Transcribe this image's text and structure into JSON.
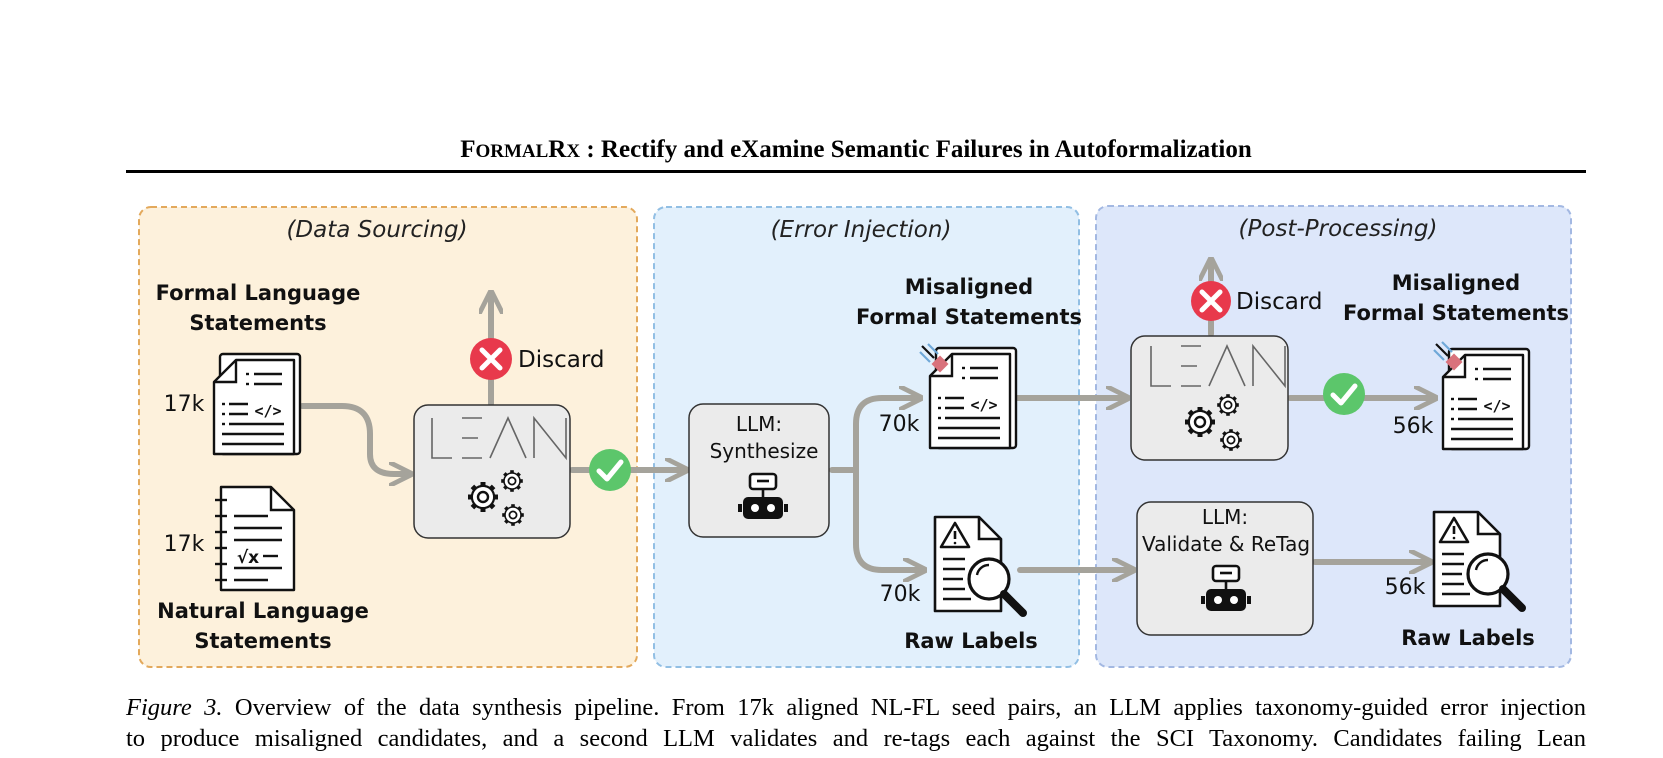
{
  "title": {
    "small_caps_first": "F",
    "small_caps_rest": "ORMAL",
    "small_caps_first2": "R",
    "small_caps_rest2": "X",
    "rest": " : Rectify and eXamine Semantic Failures in Autoformalization"
  },
  "panels": {
    "sourcing": {
      "label": "(Data Sourcing)",
      "fill": "#fdf1dc",
      "stroke": "#e3a95c"
    },
    "injection": {
      "label": "(Error Injection)",
      "fill": "#e2f0fc",
      "stroke": "#92bfe4"
    },
    "post": {
      "label": "(Post-Processing)",
      "fill": "#dde7fa",
      "stroke": "#a3b8e2"
    }
  },
  "sourcing": {
    "formal_label": [
      "Formal Language",
      "Statements"
    ],
    "formal_count": "17k",
    "natural_label": [
      "Natural Language",
      "Statements"
    ],
    "natural_count": "17k",
    "lean_text": "LEAN",
    "discard_label": "Discard"
  },
  "injection": {
    "llm_label": [
      "LLM:",
      "Synthesize"
    ],
    "misaligned_label": [
      "Misaligned",
      "Formal Statements"
    ],
    "misaligned_count": "70k",
    "raw_label": "Raw Labels",
    "raw_count": "70k"
  },
  "post": {
    "lean_text": "LEAN",
    "discard_label": "Discard",
    "misaligned_label": [
      "Misaligned",
      "Formal Statements"
    ],
    "misaligned_count": "56k",
    "llm_label": [
      "LLM:",
      "Validate & ReTag"
    ],
    "raw_label": "Raw Labels",
    "raw_count": "56k"
  },
  "colors": {
    "arrow": "#a5a39b",
    "check": "#5cc66b",
    "discard": "#e8394c",
    "node_fill": "#ebebeb"
  },
  "caption": {
    "label": "Figure 3.",
    "line1": " Overview of the data synthesis pipeline. From 17k aligned NL-FL seed pairs, an LLM applies taxonomy-guided error injection",
    "line2": "to produce misaligned candidates, and a second LLM validates and re-tags each against the SCI Taxonomy. Candidates failing Lean"
  }
}
